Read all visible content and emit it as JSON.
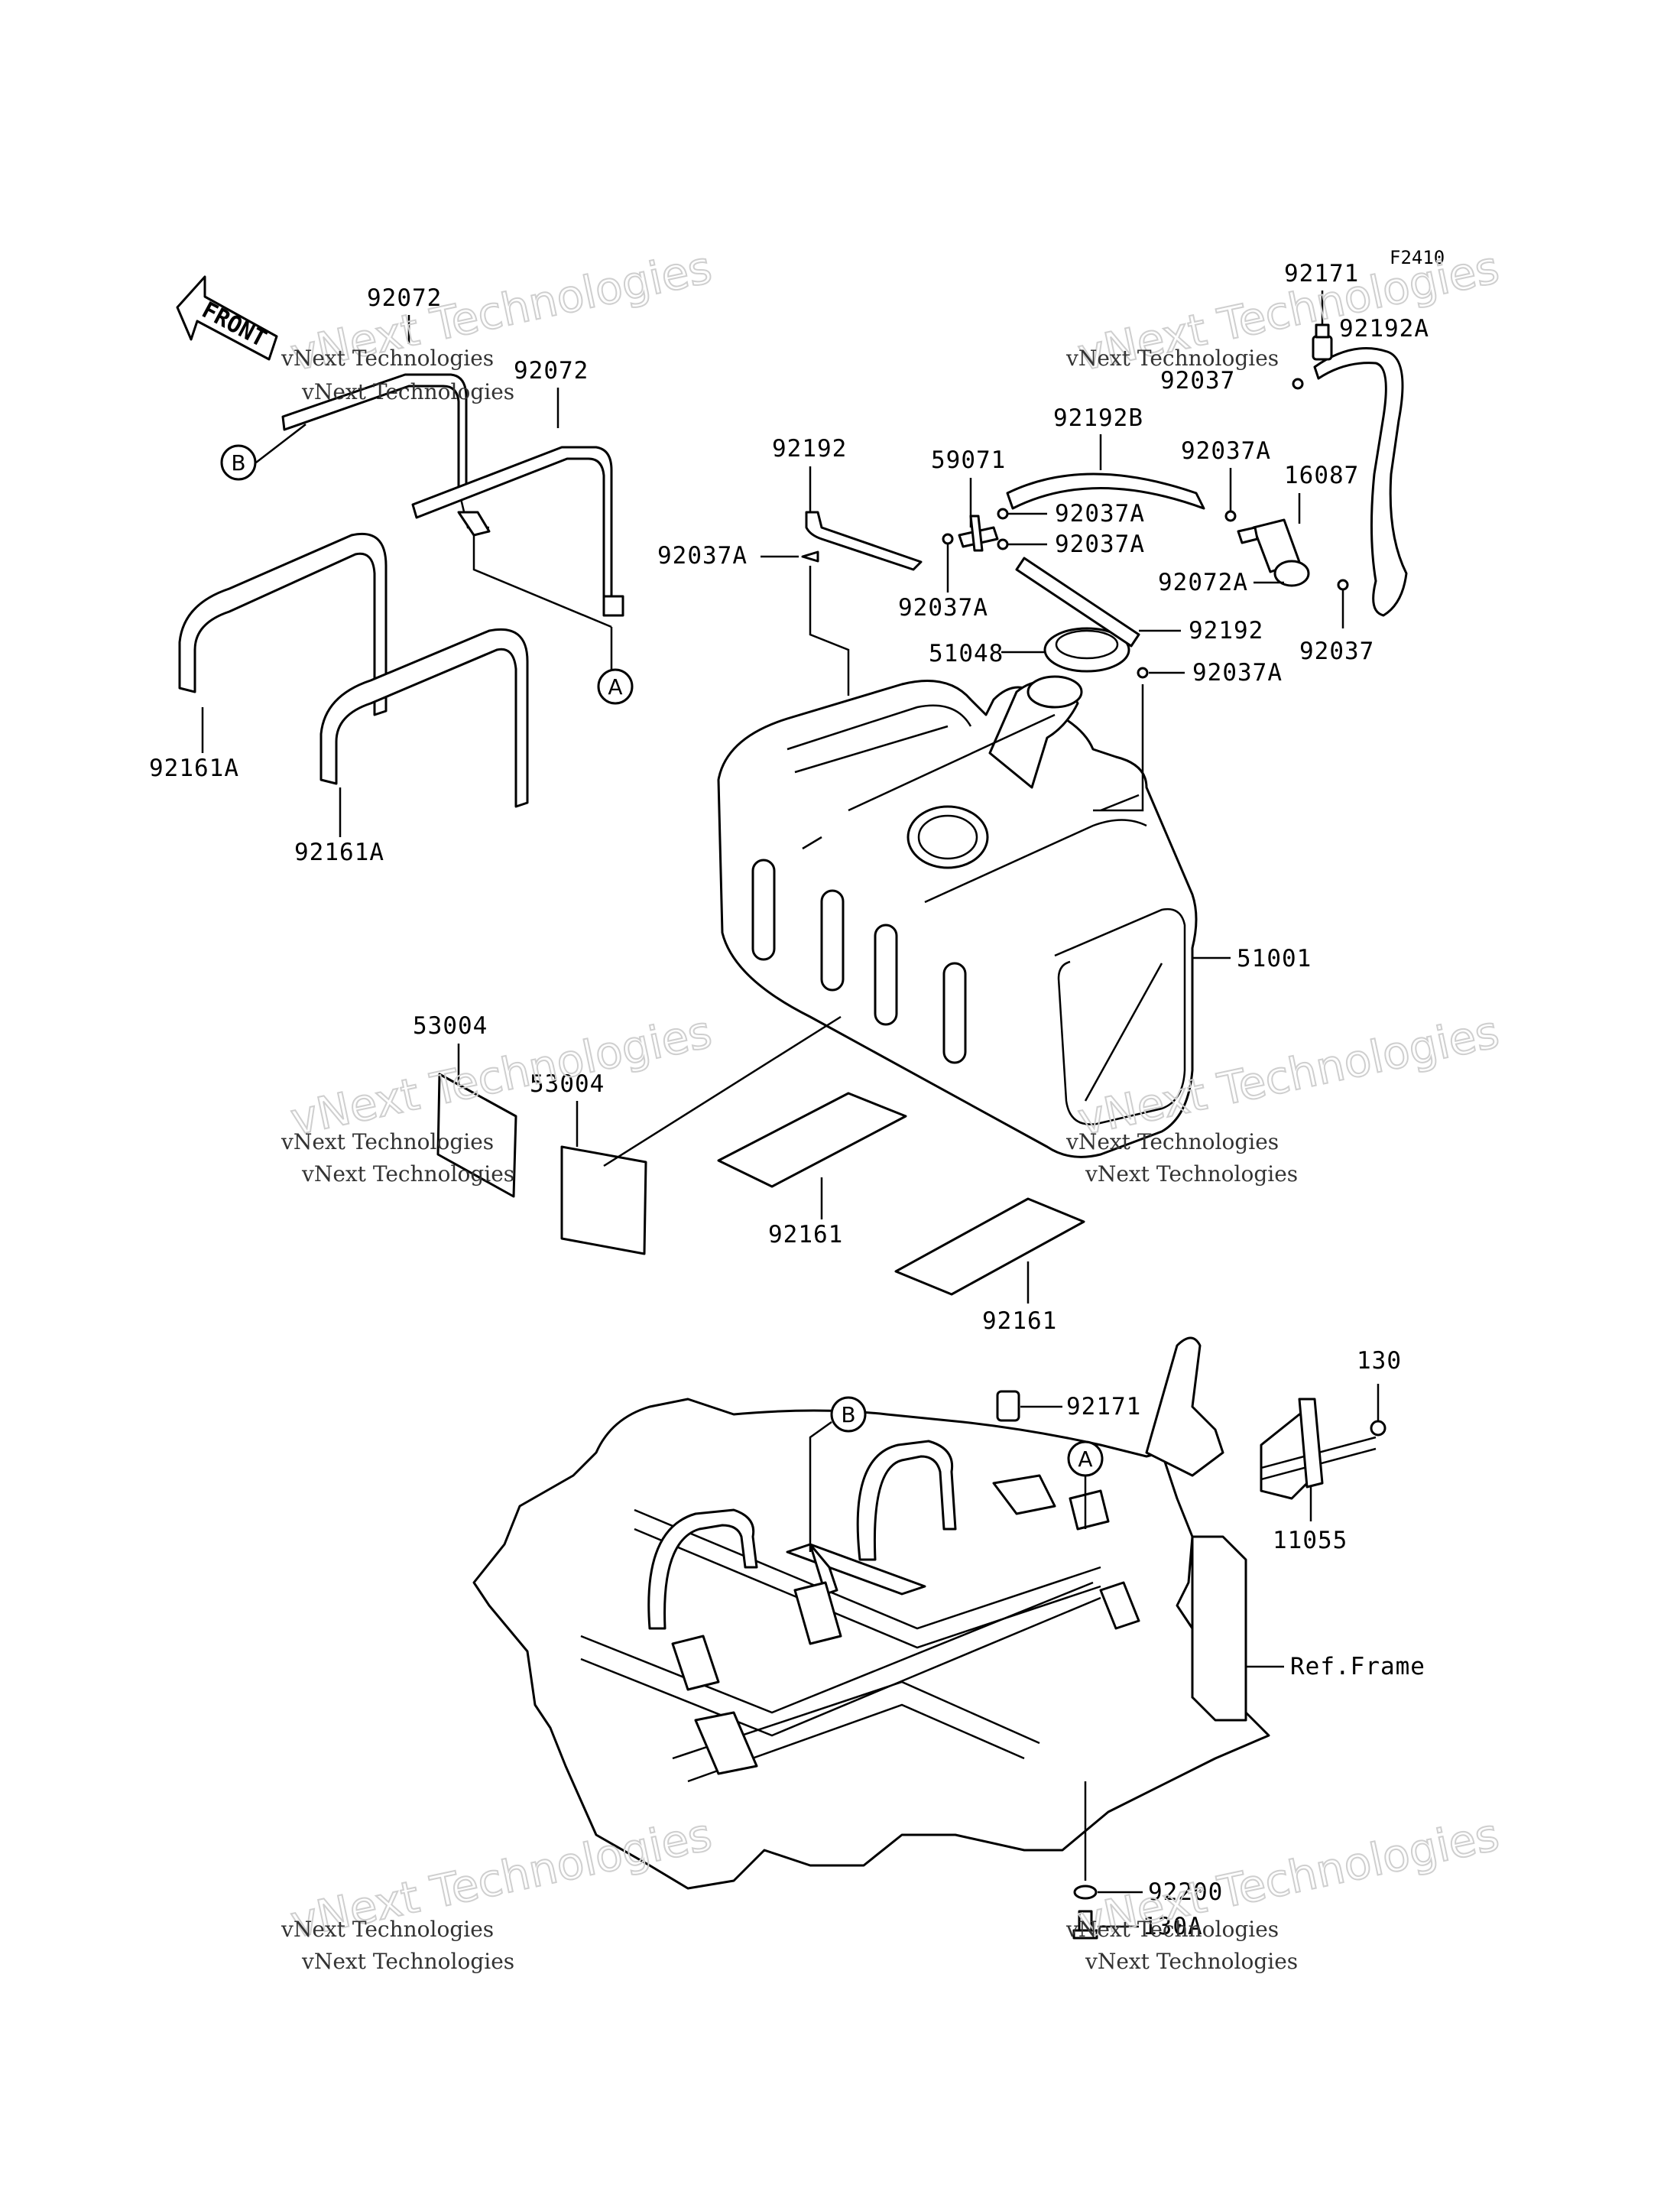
{
  "figure_code": "F2410",
  "front_label": "FRONT",
  "ref_frame_label": "Ref.Frame",
  "callouts": {
    "a": "A",
    "b": "B"
  },
  "watermark": {
    "small": "vNext Technologies",
    "large": "vNext Technologies"
  },
  "part_labels": {
    "p92072_top": "92072",
    "p92072_mid": "92072",
    "p92161A_left": "92161A",
    "p92161A_right": "92161A",
    "p92192_left": "92192",
    "p92037A_left": "92037A",
    "p59071": "59071",
    "p92037A_a": "92037A",
    "p92037A_b": "92037A",
    "p92037A_c": "92037A",
    "p92192B": "92192B",
    "p92037A_d": "92037A",
    "p16087": "16087",
    "p92072A": "92072A",
    "p92037": "92037",
    "p92171_top": "92171",
    "p92192A": "92192A",
    "p92037_top": "92037",
    "p92192_right": "92192",
    "p51048": "51048",
    "p92037A_e": "92037A",
    "p51001": "51001",
    "p53004_left": "53004",
    "p53004_right": "53004",
    "p92161_left": "92161",
    "p92161_right": "92161",
    "p92171_bottom": "92171",
    "p130": "130",
    "p11055": "11055",
    "p92200": "92200",
    "p130A": "130A"
  }
}
